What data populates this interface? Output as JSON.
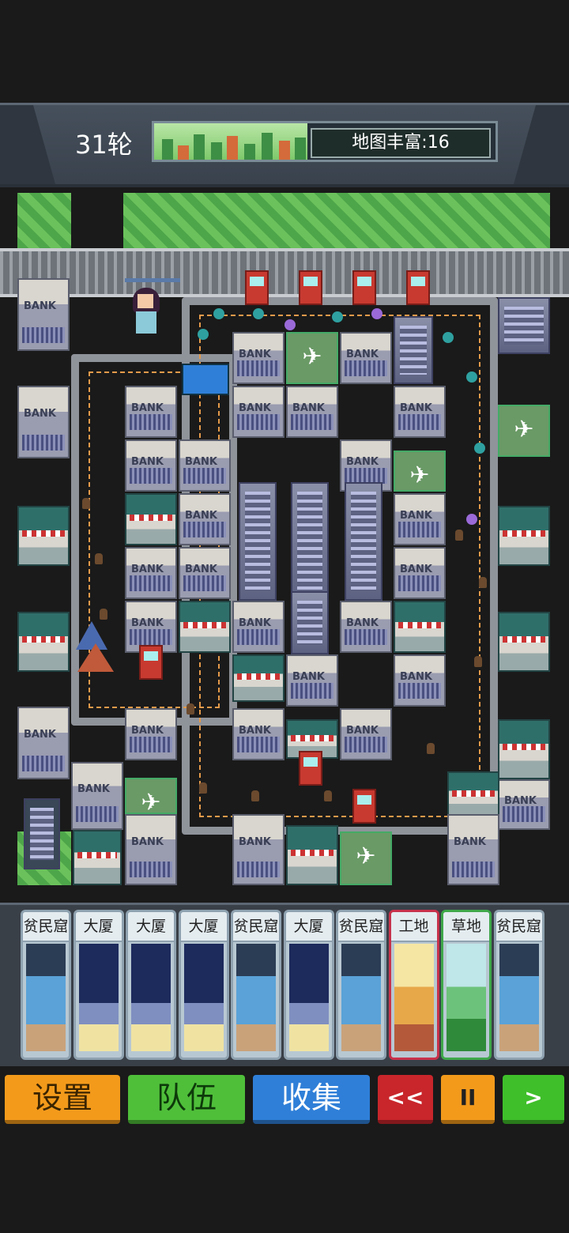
{
  "header": {
    "round_label": "31轮",
    "richness_label": "地图丰富:16",
    "progress_fraction": 0.45
  },
  "cards": [
    {
      "name": "贫民窟",
      "kind": "slum"
    },
    {
      "name": "大厦",
      "kind": "tower"
    },
    {
      "name": "大厦",
      "kind": "tower"
    },
    {
      "name": "大厦",
      "kind": "tower"
    },
    {
      "name": "贫民窟",
      "kind": "slum"
    },
    {
      "name": "大厦",
      "kind": "tower"
    },
    {
      "name": "贫民窟",
      "kind": "slum"
    },
    {
      "name": "工地",
      "kind": "site"
    },
    {
      "name": "草地",
      "kind": "grassland"
    },
    {
      "name": "贫民窟",
      "kind": "slum"
    }
  ],
  "buttons": {
    "settings": "设置",
    "team": "队伍",
    "collect": "收集",
    "rewind": "<<",
    "pause": "II",
    "next": ">"
  },
  "colors": {
    "settings": "#f39a1b",
    "team": "#4fbf3a",
    "collect": "#2f7fd8",
    "rewind": "#c8262b",
    "next": "#3fbf2a"
  }
}
